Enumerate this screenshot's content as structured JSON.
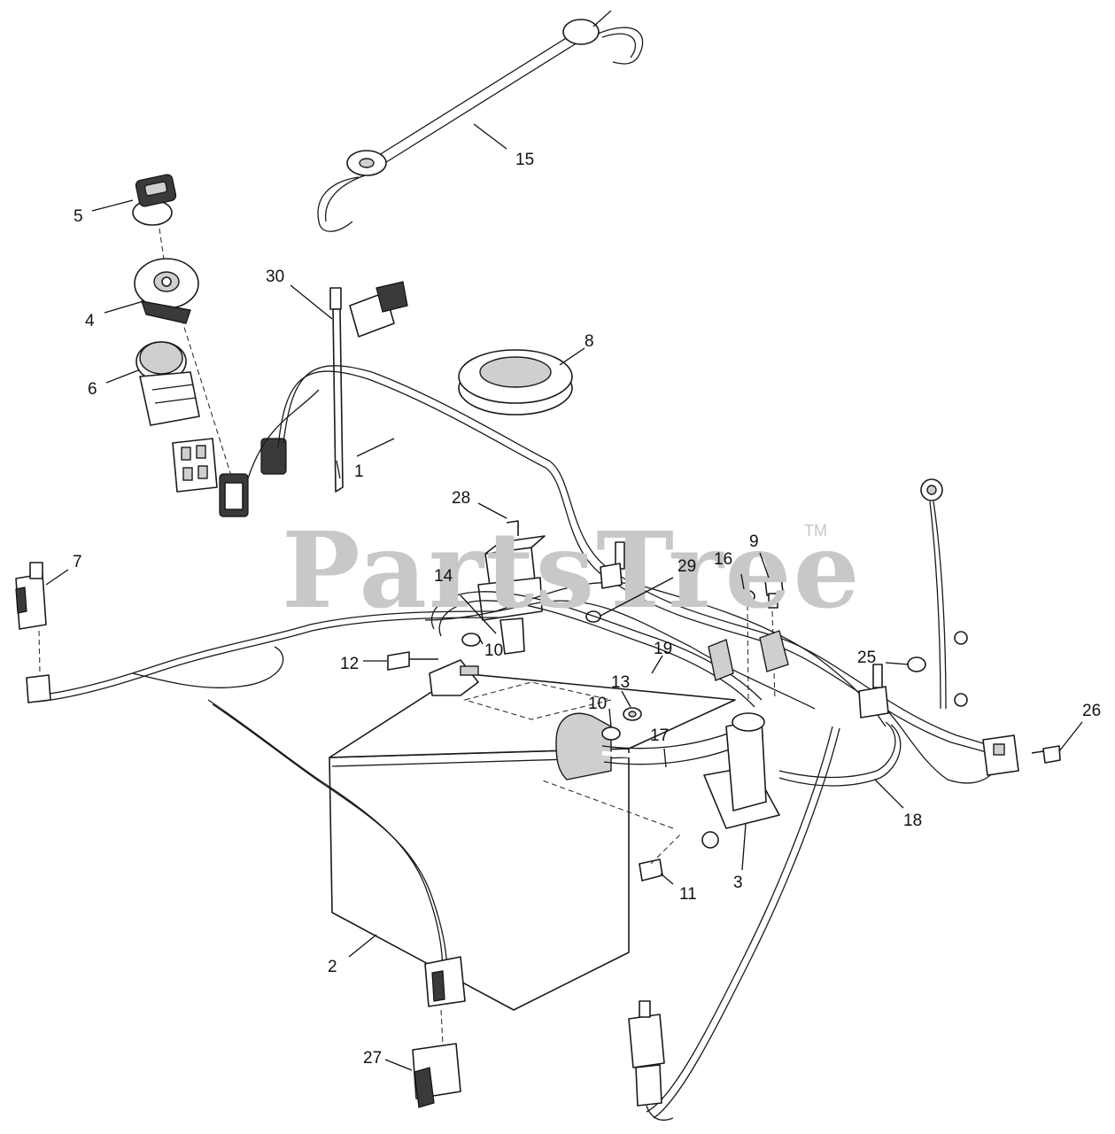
{
  "watermark": {
    "text": "PartsTree",
    "trademark": "TM"
  },
  "callouts": [
    "1",
    "2",
    "3",
    "4",
    "5",
    "6",
    "7",
    "8",
    "9",
    "10",
    "10",
    "11",
    "12",
    "13",
    "14",
    "15",
    "16",
    "17",
    "18",
    "19",
    "25",
    "26",
    "27",
    "28",
    "29",
    "30"
  ]
}
